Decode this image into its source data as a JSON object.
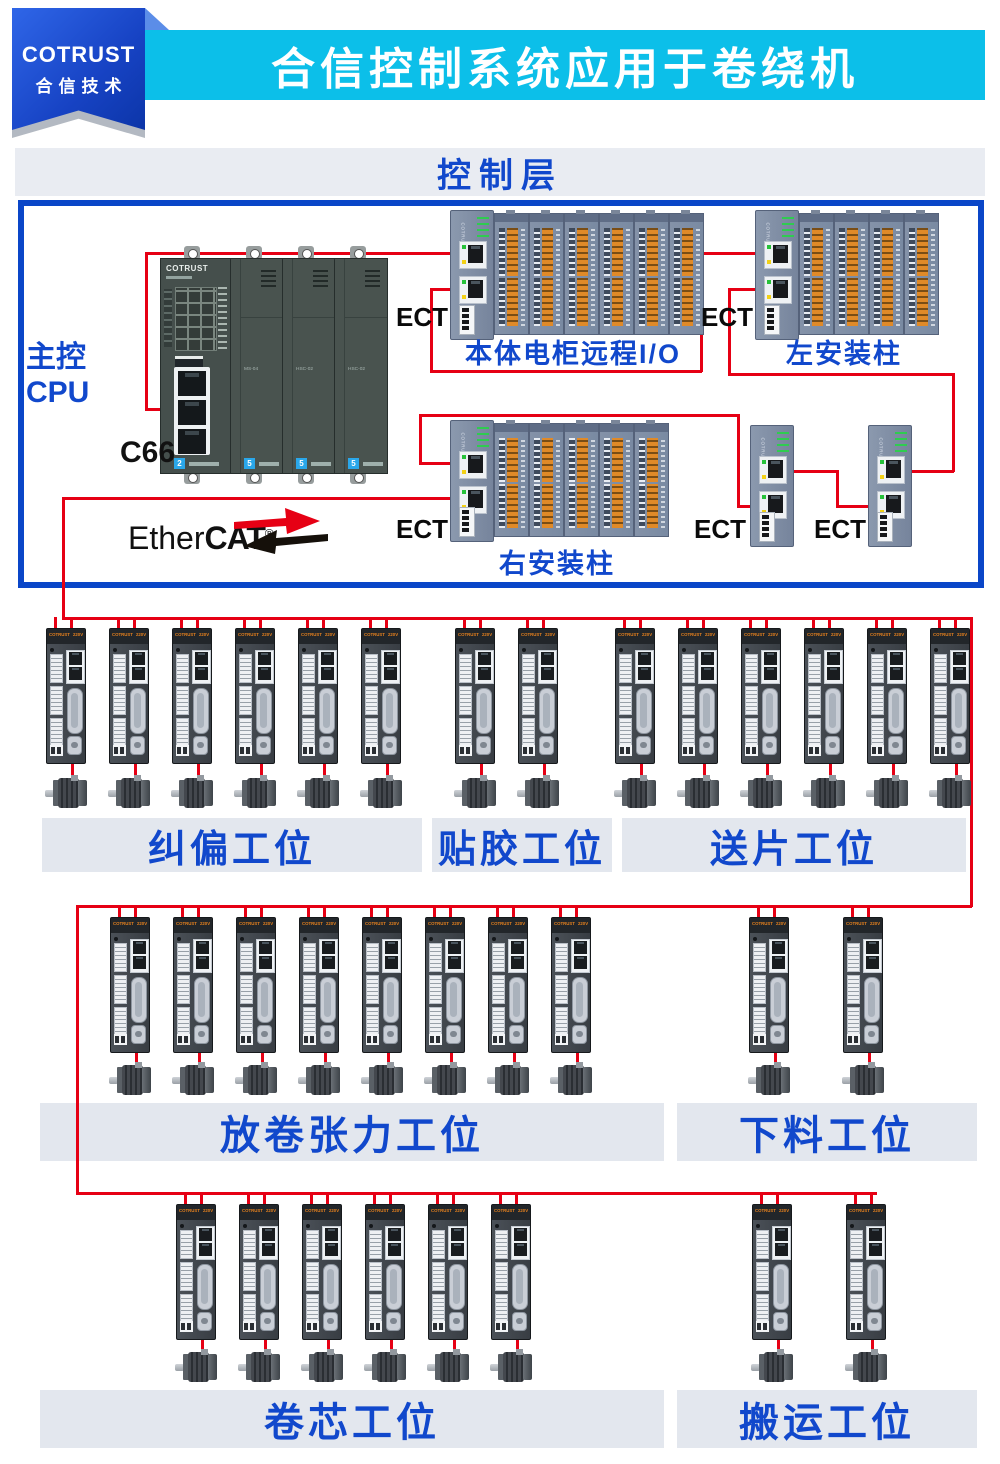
{
  "header": {
    "brand": "COTRUST",
    "brand_sub": "合信技术",
    "title": "合信控制系统应用于卷绕机"
  },
  "control_layer": {
    "title": "控制层",
    "cpu_label": "主控CPU",
    "cpu_model": "C66",
    "ect_label": "ECT",
    "ethercat": {
      "name": "EtherCAT",
      "reg": "®"
    },
    "stations": [
      {
        "label": "本体电柜远程I/O",
        "modules": 6
      },
      {
        "label": "左安装柱",
        "modules": 4
      },
      {
        "label": "右安装柱",
        "modules": 5
      }
    ],
    "extra_couplers": 2
  },
  "devices": {
    "plc_brand": "COTRUST",
    "plc_modules": [
      "MS-04",
      "HSC-02",
      "HSC-02"
    ],
    "io_brand": "COTRUST",
    "drive_brand": "COTRUST",
    "drive_voltage": "220V"
  },
  "station_rows": [
    {
      "stations": [
        {
          "label": "纠偏工位",
          "drives": 6
        },
        {
          "label": "贴胶工位",
          "drives": 2
        },
        {
          "label": "送片工位",
          "drives": 6
        }
      ]
    },
    {
      "stations": [
        {
          "label": "放卷张力工位",
          "drives": 8
        },
        {
          "label": "下料工位",
          "drives": 2
        }
      ]
    },
    {
      "stations": [
        {
          "label": "卷芯工位",
          "drives": 6
        },
        {
          "label": "搬运工位",
          "drives": 2
        }
      ]
    }
  ],
  "colors": {
    "banner_cyan": "#0cbfe9",
    "brand_blue": "#1743c4",
    "label_blue": "#1148cc",
    "line_red": "#e60014",
    "bar_gray": "#e3e7ee",
    "band_gray": "#e9ecf2",
    "io_body": "#8090a8",
    "io_orange": "#e08a28",
    "drive_body": "#41474d"
  }
}
